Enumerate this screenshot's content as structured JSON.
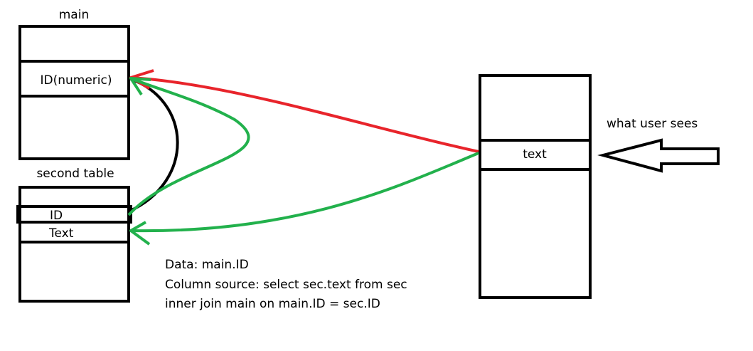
{
  "main_table": {
    "title": "main",
    "field": "ID(numeric)"
  },
  "second_table": {
    "title": "second table",
    "field_id": "ID",
    "field_text": "Text"
  },
  "view_table": {
    "field": "text"
  },
  "user_label": "what user sees",
  "notes": {
    "line1": "Data: main.ID",
    "line2": "Column source: select sec.text from sec",
    "line3": "inner join main on main.ID = sec.ID"
  },
  "colors": {
    "red_arrow": "#e8242b",
    "green_arrow": "#22b14c",
    "black_link": "#000000"
  }
}
